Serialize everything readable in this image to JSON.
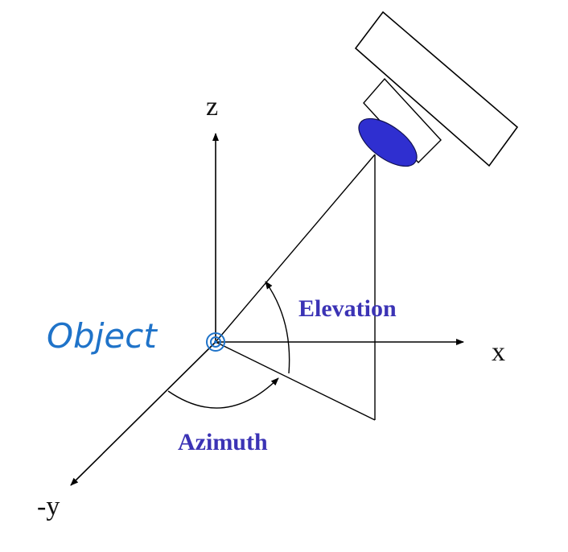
{
  "axes": {
    "z_label": "z",
    "x_label": "x",
    "y_label": "-y"
  },
  "angles": {
    "elevation_label": "Elevation",
    "azimuth_label": "Azimuth"
  },
  "object_label": "Object",
  "colors": {
    "lines": "#000000",
    "angle_text": "#3b33b5",
    "lens": "#2f2fd0",
    "object_ink": "#1f73c9"
  },
  "icons": {
    "camera": "camera-icon",
    "object_marker": "object-marker-icon"
  }
}
